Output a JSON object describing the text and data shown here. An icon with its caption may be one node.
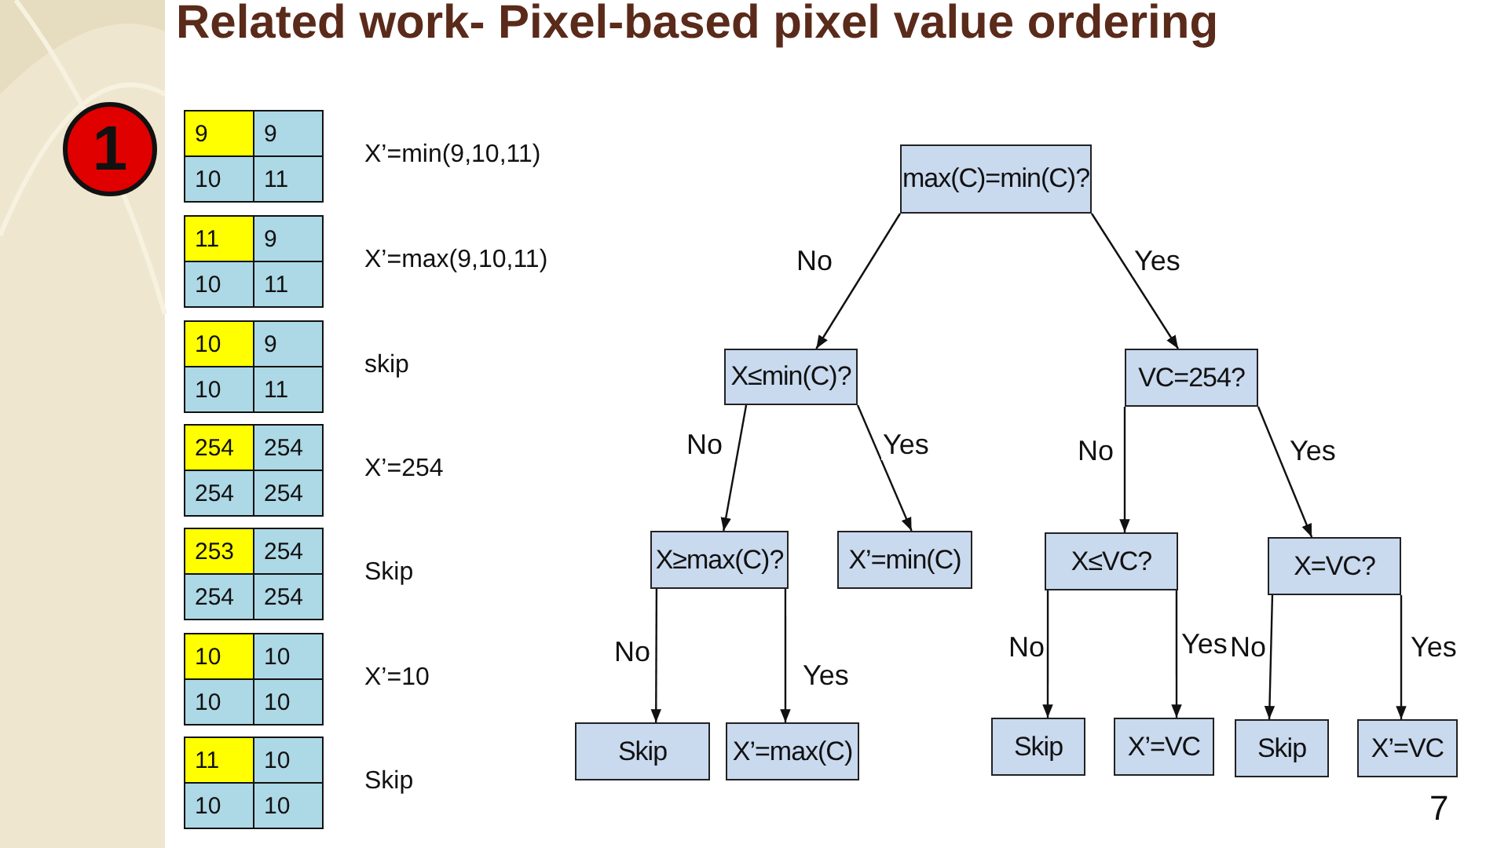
{
  "diagram": {
    "title": "Related work- Pixel-based pixel value ordering",
    "nodes": [
      {
        "text": [
          "1"
        ]
      },
      {
        "text": [
          "max(C)=min(C)?"
        ]
      },
      {
        "text": [
          "X≤min(C)?"
        ]
      },
      {
        "text": [
          "VC=254?"
        ]
      },
      {
        "text": [
          "X≥max(C)?"
        ]
      },
      {
        "text": [
          "X’=min(C)"
        ]
      },
      {
        "text": [
          "X≤VC?"
        ]
      },
      {
        "text": [
          "X=VC?"
        ]
      },
      {
        "text": [
          "Skip"
        ]
      },
      {
        "text": [
          "X’=max(C)"
        ]
      },
      {
        "text": [
          "Skip"
        ]
      },
      {
        "text": [
          "X’=VC"
        ]
      },
      {
        "text": [
          "Skip"
        ]
      },
      {
        "text": [
          "X’=VC"
        ]
      }
    ],
    "edges": [
      {
        "from": 1,
        "to": 2,
        "arrow": "to",
        "label": "No"
      },
      {
        "from": 1,
        "to": 3,
        "arrow": "to",
        "label": "Yes"
      },
      {
        "from": 2,
        "to": 4,
        "arrow": "to",
        "label": "No"
      },
      {
        "from": 2,
        "to": 5,
        "arrow": "to",
        "label": "Yes"
      },
      {
        "from": 3,
        "to": 6,
        "arrow": "to",
        "label": "No"
      },
      {
        "from": 3,
        "to": 7,
        "arrow": "to",
        "label": "Yes"
      },
      {
        "from": 4,
        "to": 8,
        "arrow": "to",
        "label": "No"
      },
      {
        "from": 4,
        "to": 9,
        "arrow": "to",
        "label": "Yes"
      },
      {
        "from": 6,
        "to": 10,
        "arrow": "to",
        "label": "No"
      },
      {
        "from": 6,
        "to": 11,
        "arrow": "to",
        "label": "Yes"
      },
      {
        "from": 7,
        "to": 12,
        "arrow": "to",
        "label": "No"
      },
      {
        "from": 7,
        "to": 13,
        "arrow": "to",
        "label": "Yes"
      }
    ],
    "labels": [
      "9",
      "9",
      "10",
      "11",
      "X’=min(9,10,11)",
      "11",
      "9",
      "10",
      "11",
      "X’=max(9,10,11)",
      "10",
      "9",
      "10",
      "11",
      "skip",
      "254",
      "254",
      "254",
      "254",
      "X’=254",
      "253",
      "254",
      "254",
      "254",
      "Skip",
      "10",
      "10",
      "10",
      "10",
      "X’=10",
      "11",
      "10",
      "10",
      "10",
      "Skip",
      "7"
    ]
  }
}
